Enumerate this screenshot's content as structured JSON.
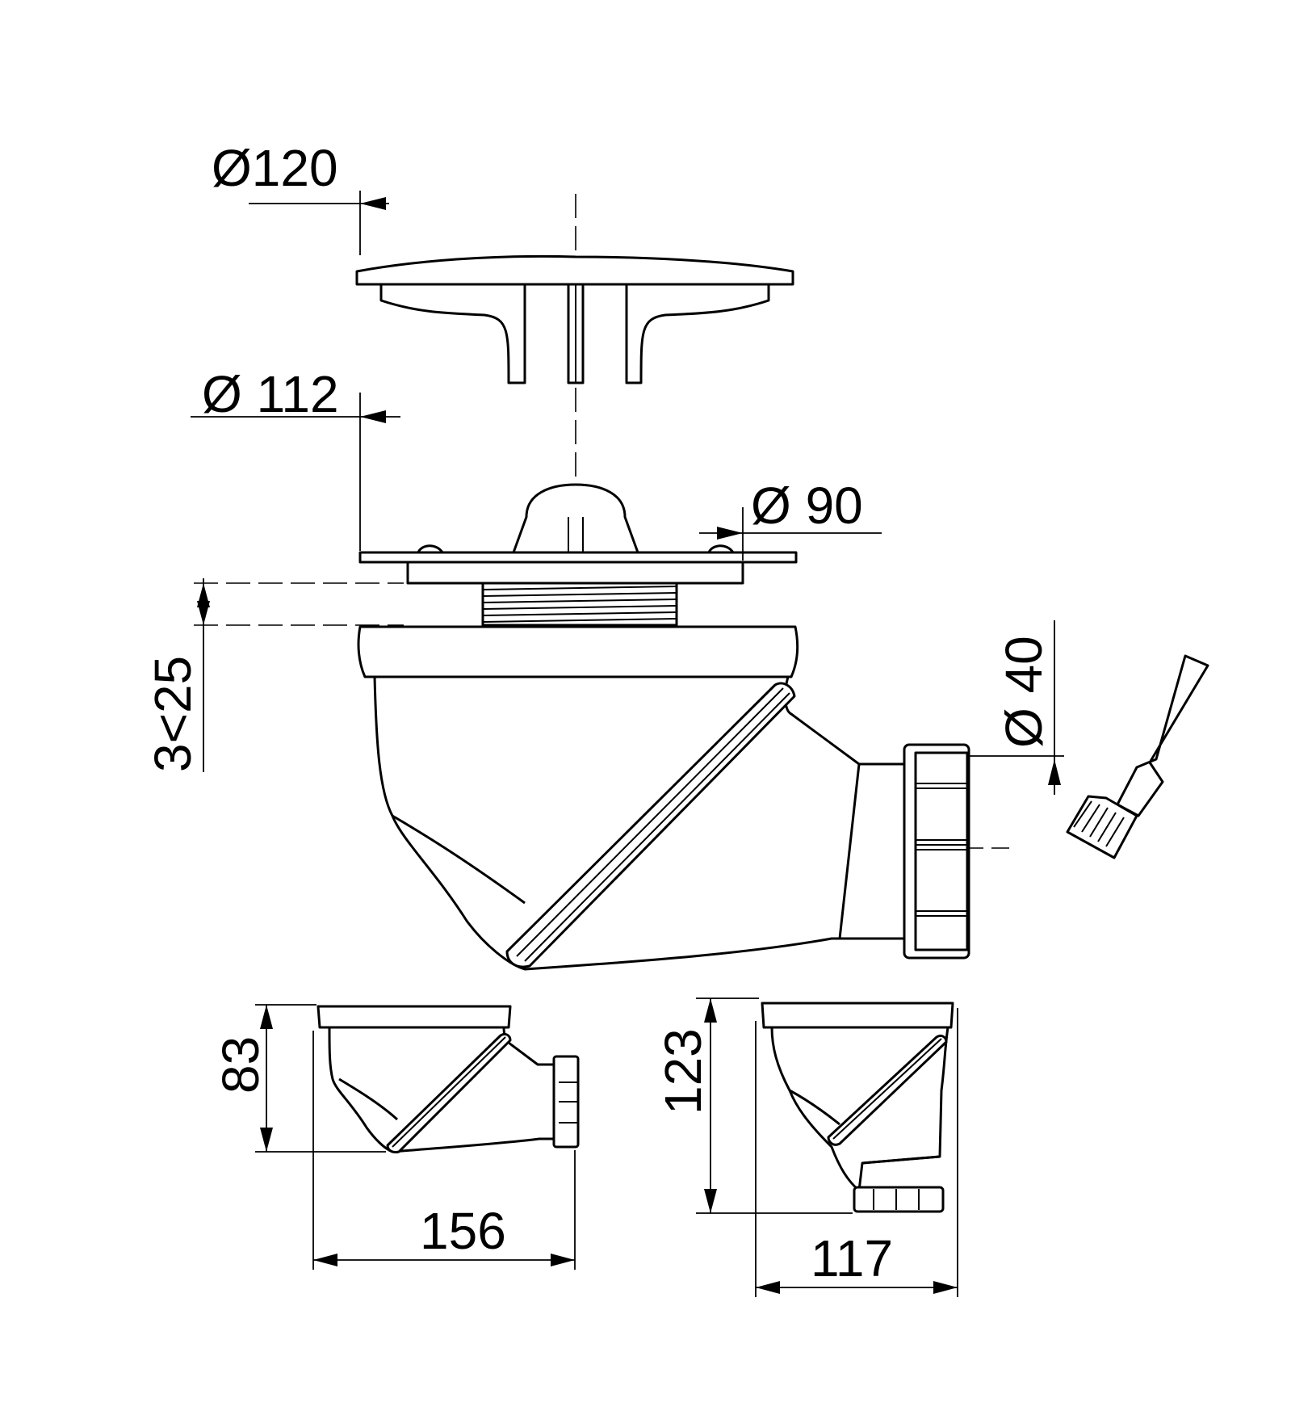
{
  "dimensions": {
    "cover_diameter": "Ø120",
    "flange_diameter": "Ø 112",
    "grate_diameter": "Ø 90",
    "outlet_diameter": "Ø 40",
    "tile_thickness": "3<25",
    "side_view_height": "83",
    "side_view_width": "156",
    "front_view_height": "123",
    "front_view_width": "117"
  },
  "icons": [
    "glue-brush-icon"
  ]
}
